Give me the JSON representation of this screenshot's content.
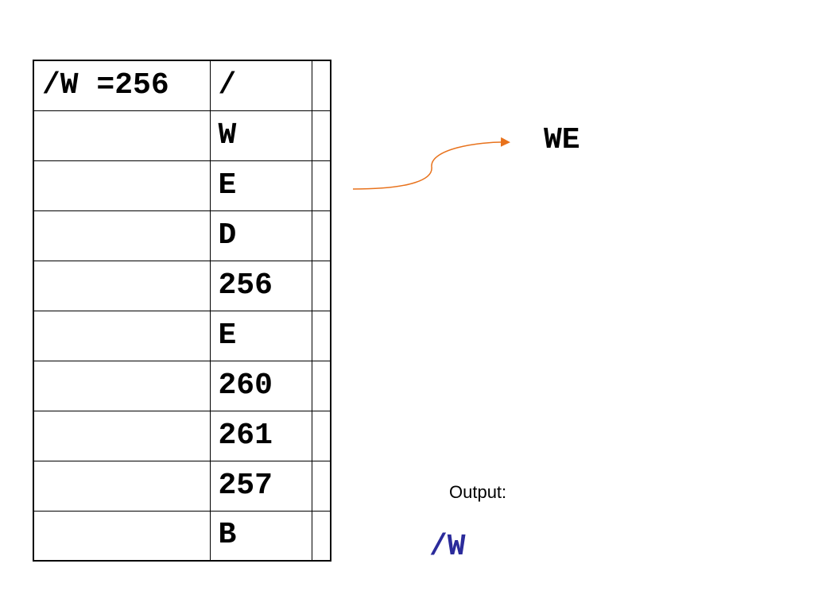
{
  "table": {
    "rows": [
      {
        "dict": "/W =256",
        "input": "/"
      },
      {
        "dict": "",
        "input": "W"
      },
      {
        "dict": "",
        "input": "E"
      },
      {
        "dict": "",
        "input": "D"
      },
      {
        "dict": "",
        "input": "256"
      },
      {
        "dict": "",
        "input": "E"
      },
      {
        "dict": "",
        "input": "260"
      },
      {
        "dict": "",
        "input": "261"
      },
      {
        "dict": "",
        "input": "257"
      },
      {
        "dict": "",
        "input": "B"
      }
    ]
  },
  "current_string": "WE",
  "output": {
    "label": "Output:",
    "value": "/W"
  },
  "colors": {
    "arrow": "#E8721C",
    "output_value": "#2B2B9B",
    "text": "#000000"
  }
}
